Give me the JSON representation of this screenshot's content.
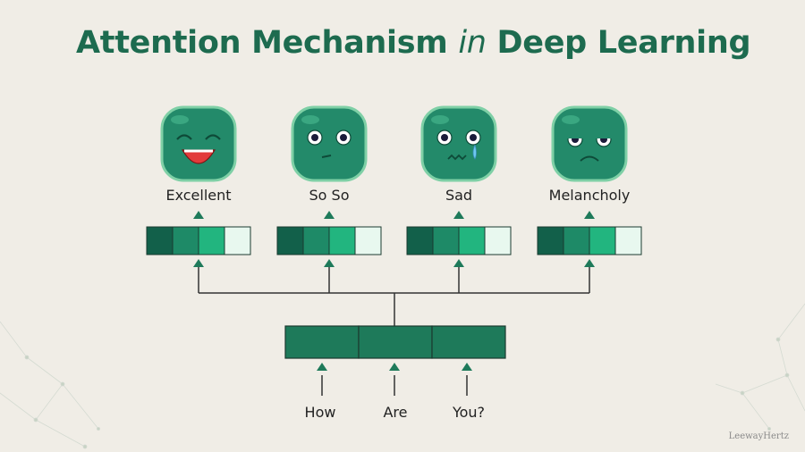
{
  "title": {
    "part1": "Attention Mechanism ",
    "part2": "in",
    "part3": " Deep Learning"
  },
  "outputs": [
    {
      "label": "Excellent",
      "face": "laughing-face-icon"
    },
    {
      "label": "So So",
      "face": "neutral-face-icon"
    },
    {
      "label": "Sad",
      "face": "crying-face-icon"
    },
    {
      "label": "Melancholy",
      "face": "weary-face-icon"
    }
  ],
  "inputs": [
    "How",
    "Are",
    "You?"
  ],
  "brand": "LeewayHertz",
  "colors": {
    "title": "#1d6b4f",
    "face": "#238a6a",
    "face_outline": "#7fd0a6",
    "cell_shades": [
      "#12604a",
      "#1e8a67",
      "#22b57f",
      "#e8f8ef"
    ],
    "encoder": "#1e7a5a",
    "line": "#333333",
    "background": "#f0ede6"
  }
}
